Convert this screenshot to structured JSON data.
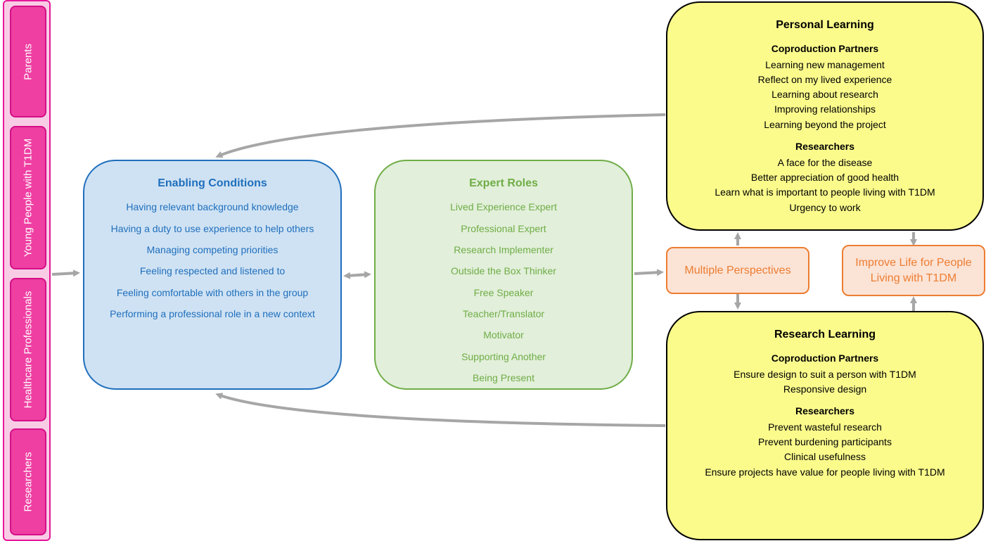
{
  "stakeholders": [
    "Parents",
    "Young People with T1DM",
    "Healthcare Professionals",
    "Researchers"
  ],
  "enabling": {
    "title": "Enabling Conditions",
    "items": [
      "Having relevant background knowledge",
      "Having a duty to use experience to help others",
      "Managing competing priorities",
      "Feeling respected and listened to",
      "Feeling comfortable with others in the group",
      "Performing a professional role in a new context"
    ]
  },
  "expert": {
    "title": "Expert Roles",
    "items": [
      "Lived Experience Expert",
      "Professional Expert",
      "Research Implementer",
      "Outside the Box Thinker",
      "Free Speaker",
      "Teacher/Translator",
      "Motivator",
      "Supporting Another",
      "Being Present"
    ]
  },
  "personal": {
    "title": "Personal Learning",
    "partners_heading": "Coproduction Partners",
    "partners_items": [
      "Learning new management",
      "Reflect on my lived experience",
      "Learning about research",
      "Improving relationships",
      "Learning beyond the project"
    ],
    "researchers_heading": "Researchers",
    "researchers_items": [
      "A face for the disease",
      "Better appreciation of good health",
      "Learn what is important to people living with T1DM",
      "Urgency to work"
    ]
  },
  "research": {
    "title": "Research Learning",
    "partners_heading": "Coproduction Partners",
    "partners_items": [
      "Ensure design to suit a person with T1DM",
      "Responsive design"
    ],
    "researchers_heading": "Researchers",
    "researchers_items": [
      "Prevent wasteful research",
      "Prevent burdening participants",
      "Clinical usefulness",
      "Ensure projects have value for people living with T1DM"
    ]
  },
  "multiple": "Multiple Perspectives",
  "improve": {
    "line1": "Improve Life for People",
    "line2": "Living with T1DM"
  },
  "colors": {
    "pink": "#ef3fa2",
    "blue": "#1f6fbd",
    "green": "#6fad47",
    "yellow": "#fbfb8c",
    "orange": "#ed7d31",
    "arrow": "#a6a6a6"
  }
}
